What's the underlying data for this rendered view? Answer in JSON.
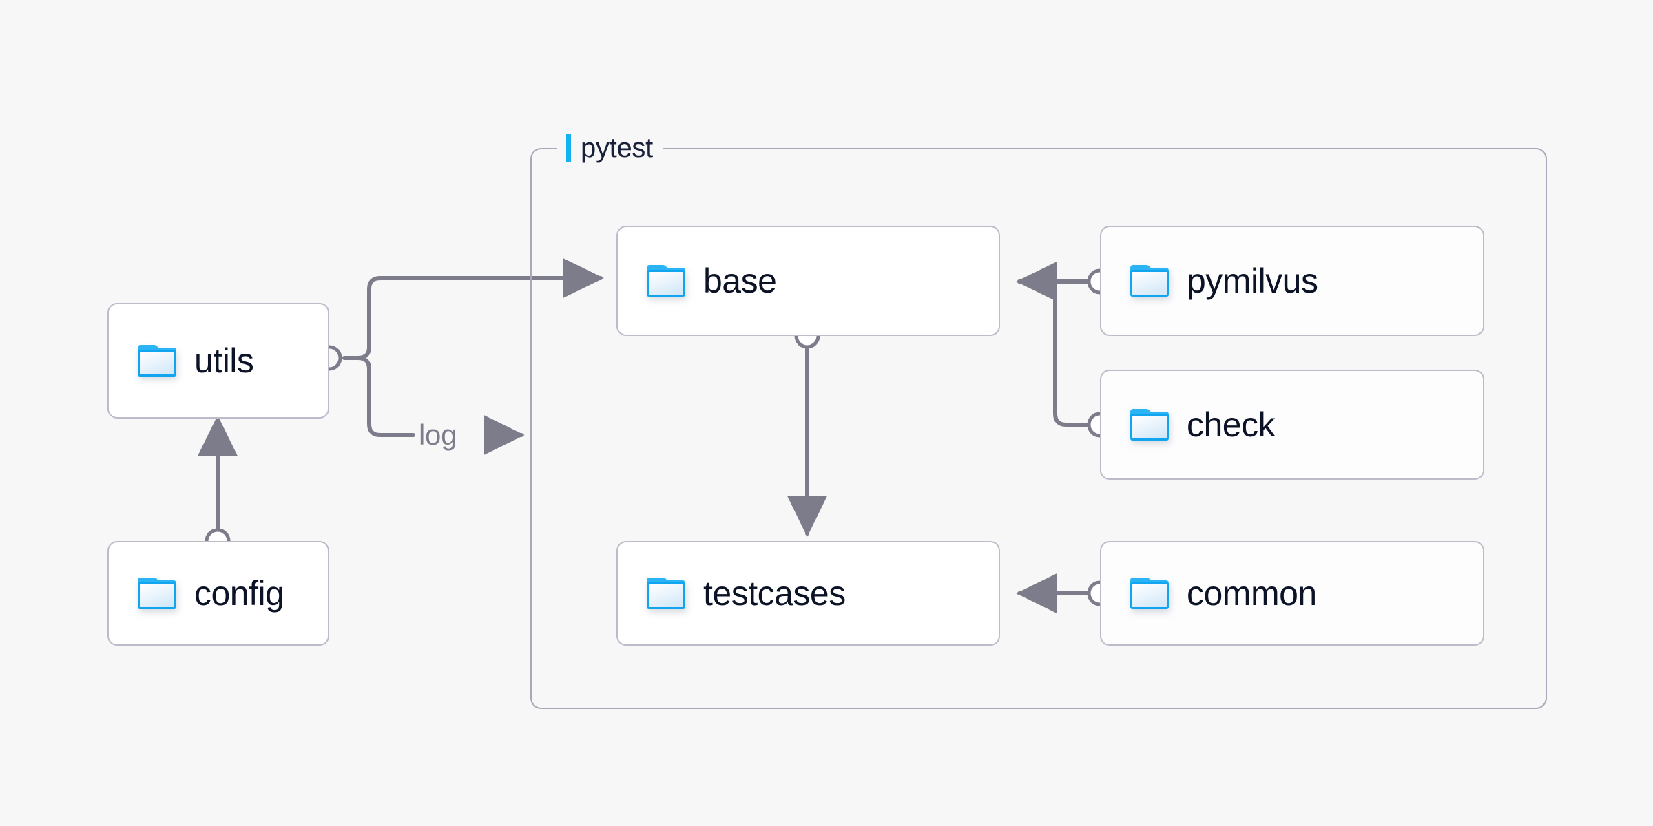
{
  "diagram": {
    "title": "pytest test framework module dependency diagram",
    "background_color": "#f7f7f8",
    "accent_color": "#12b3f3",
    "node_border_color": "#bdbac9",
    "wire_color": "#7d7c8b",
    "text_color": "#0c1326"
  },
  "group": {
    "name": "pytest-group",
    "label": "pytest",
    "marker_icon": "vertical-bar-marker",
    "marker_color": "#12b3f3"
  },
  "nodes": [
    {
      "id": "utils",
      "label": "utils",
      "icon": "folder-icon"
    },
    {
      "id": "config",
      "label": "config",
      "icon": "folder-icon"
    },
    {
      "id": "base",
      "label": "base",
      "icon": "folder-icon"
    },
    {
      "id": "testcases",
      "label": "testcases",
      "icon": "folder-icon"
    },
    {
      "id": "pymilvus",
      "label": "pymilvus",
      "icon": "folder-icon"
    },
    {
      "id": "check",
      "label": "check",
      "icon": "folder-icon"
    },
    {
      "id": "common",
      "label": "common",
      "icon": "folder-icon"
    }
  ],
  "edges": [
    {
      "id": "utils-to-base",
      "from": "utils",
      "to": "base",
      "label": ""
    },
    {
      "id": "utils-to-log",
      "from": "utils",
      "to": "",
      "label": "log",
      "arrow_glyph": "→"
    },
    {
      "id": "config-to-utils",
      "from": "config",
      "to": "utils",
      "label": ""
    },
    {
      "id": "base-to-testcases",
      "from": "base",
      "to": "testcases",
      "label": ""
    },
    {
      "id": "pymilvus-to-base",
      "from": "pymilvus",
      "to": "base",
      "label": ""
    },
    {
      "id": "check-to-base",
      "from": "check",
      "to": "base",
      "label": ""
    },
    {
      "id": "common-to-testcases",
      "from": "common",
      "to": "testcases",
      "label": ""
    }
  ]
}
